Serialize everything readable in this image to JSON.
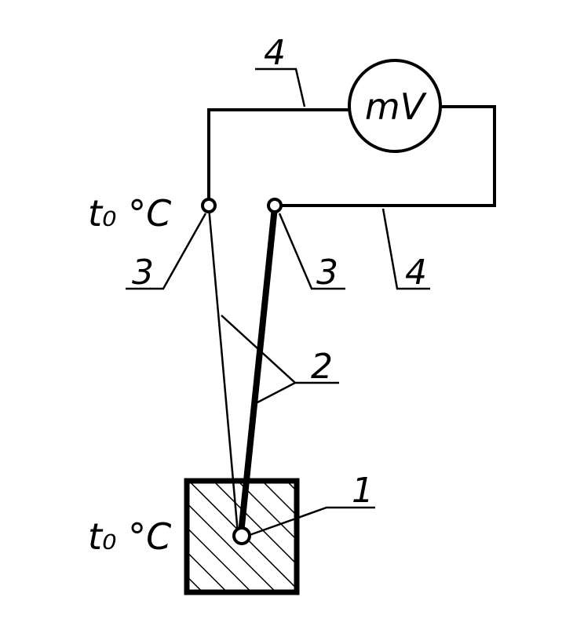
{
  "labels": {
    "meter": "mV",
    "temp_top": "t₀ °C",
    "temp_bottom": "t₀ °C",
    "wire_top": "4",
    "wire_right": "4",
    "junction_left": "3",
    "junction_right": "3",
    "thermoelectrodes": "2",
    "hot_junction": "1"
  },
  "icons": {
    "meter": "millivoltmeter-icon",
    "object": "hatched-block-icon"
  }
}
